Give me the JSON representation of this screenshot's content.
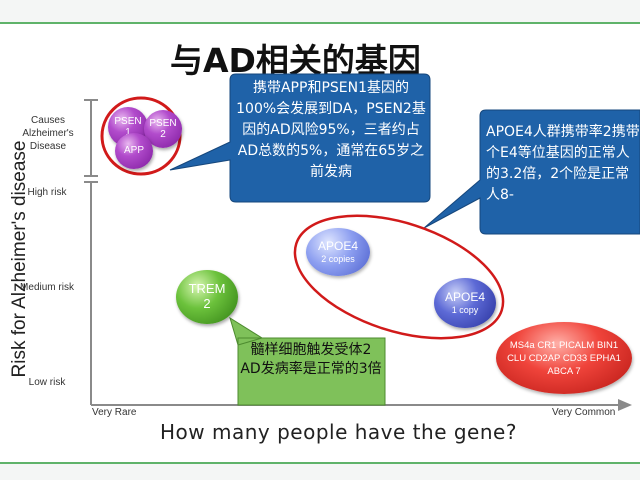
{
  "slide": {
    "title": "与AD相关的基因",
    "y_axis_title": "Risk for Alzheimer's disease",
    "y_ticks": {
      "causes": "Causes Alzheimer's Disease",
      "high": "High risk",
      "medium": "Medium risk",
      "low": "Low risk"
    },
    "x_axis_title": "How many people have the gene?",
    "x_ticks": {
      "left": "Very Rare",
      "right": "Very Common"
    }
  },
  "genes": {
    "psen1": "PSEN 1",
    "psen2": "PSEN 2",
    "app": "APP",
    "trem2": "TREM 2",
    "apoe4_two_name": "APOE4",
    "apoe4_two_sub": "2 copies",
    "apoe4_one_name": "APOE4",
    "apoe4_one_sub": "1 copy",
    "common_genes": "MS4a CR1 PICALM BIN1 CLU CD2AP CD33 EPHA1 ABCA 7"
  },
  "callouts": {
    "causes_note": "携带APP和PSEN1基因的100%会发展到DA，PSEN2基因的AD风险95%，三者约占AD总数的5%，通常在65岁之前发病",
    "apoe_note": "APOE4人群携带率2携带个E4等位基因的正常人的3.2倍，2个险是正常人8-",
    "trem_note": "髓样细胞触发受体2 AD发病率是正常的3倍"
  },
  "colors": {
    "callout_blue": "#1f62a8",
    "callout_green": "#7fc15a",
    "highlight_red": "#d11a1a",
    "frame_green": "#5fb36a"
  }
}
